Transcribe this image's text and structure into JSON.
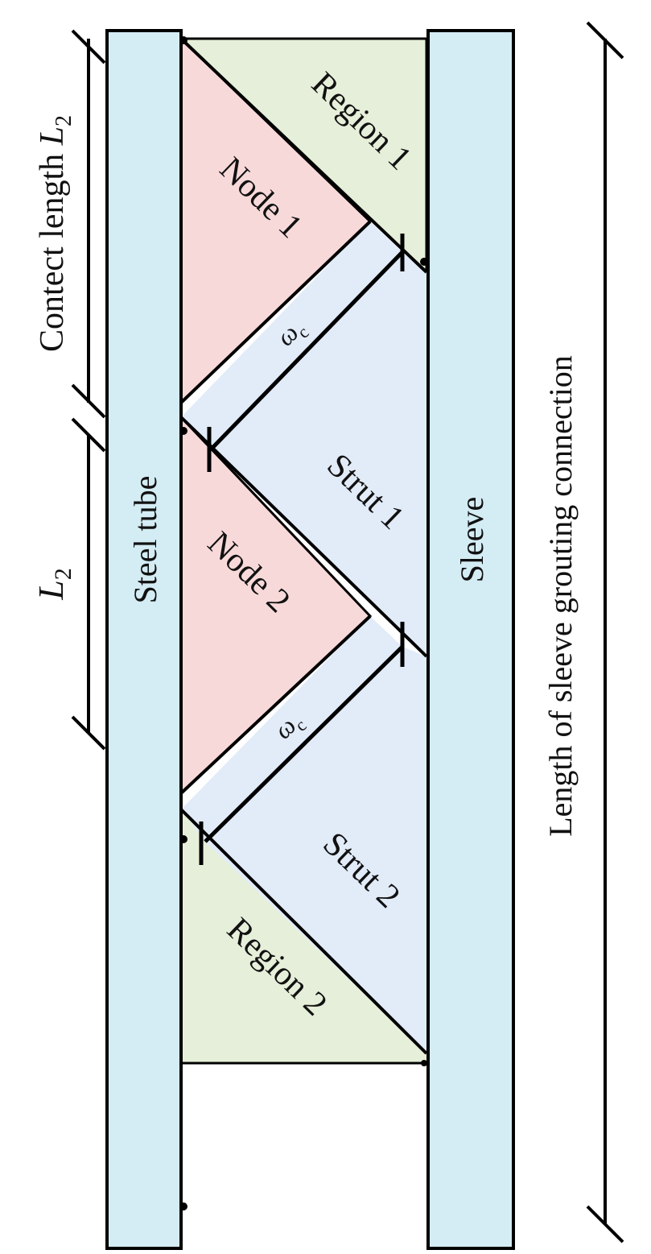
{
  "labels": {
    "steel_tube": "Steel tube",
    "sleeve": "Sleeve",
    "region_1": "Region 1",
    "region_2": "Region 2",
    "node_1": "Node 1",
    "node_2": "Node 2",
    "strut_1": "Strut 1",
    "strut_2": "Strut 2",
    "omega_c": "ω",
    "omega_sub": "c",
    "contact_length_prefix": "Contect length ",
    "length_symbol": "L",
    "length_sub": "2",
    "total_length": "Length of sleeve grouting connection"
  },
  "colors": {
    "tube_fill": "#d4ecf4",
    "region_fill": "#e6efd9",
    "node_fill": "#f8d9d9",
    "strut_fill": "#e2ebf8",
    "line": "#000000"
  }
}
